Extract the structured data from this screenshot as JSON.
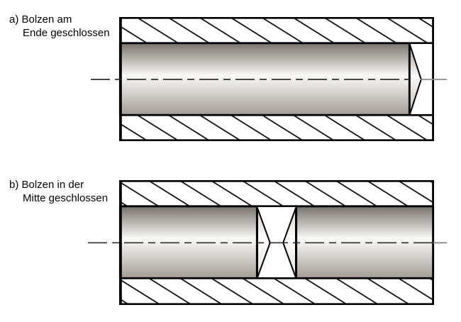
{
  "figures": {
    "a": {
      "label_line1": "a) Bolzen am",
      "label_line2": "Ende geschlossen"
    },
    "b": {
      "label_line1": "b) Bolzen in der",
      "label_line2": "Mitte geschlossen"
    }
  },
  "colors": {
    "outline": "#000000",
    "hatch_line": "#000000",
    "centerline": "#2f2f2f",
    "centerline_extension": "#8a8a8a",
    "metal_dark": "#79736c",
    "metal_light": "#fafaf8",
    "metal_shadow": "#a49d96",
    "cone_dark": "#9a948c",
    "cone_light": "#fcfbfa",
    "cone_shadow": "#bfb9b2",
    "insert_dark": "#d5d0ca",
    "insert_light": "#ffffff",
    "insert_shadow": "#e3dfda",
    "background": "#ffffff"
  }
}
